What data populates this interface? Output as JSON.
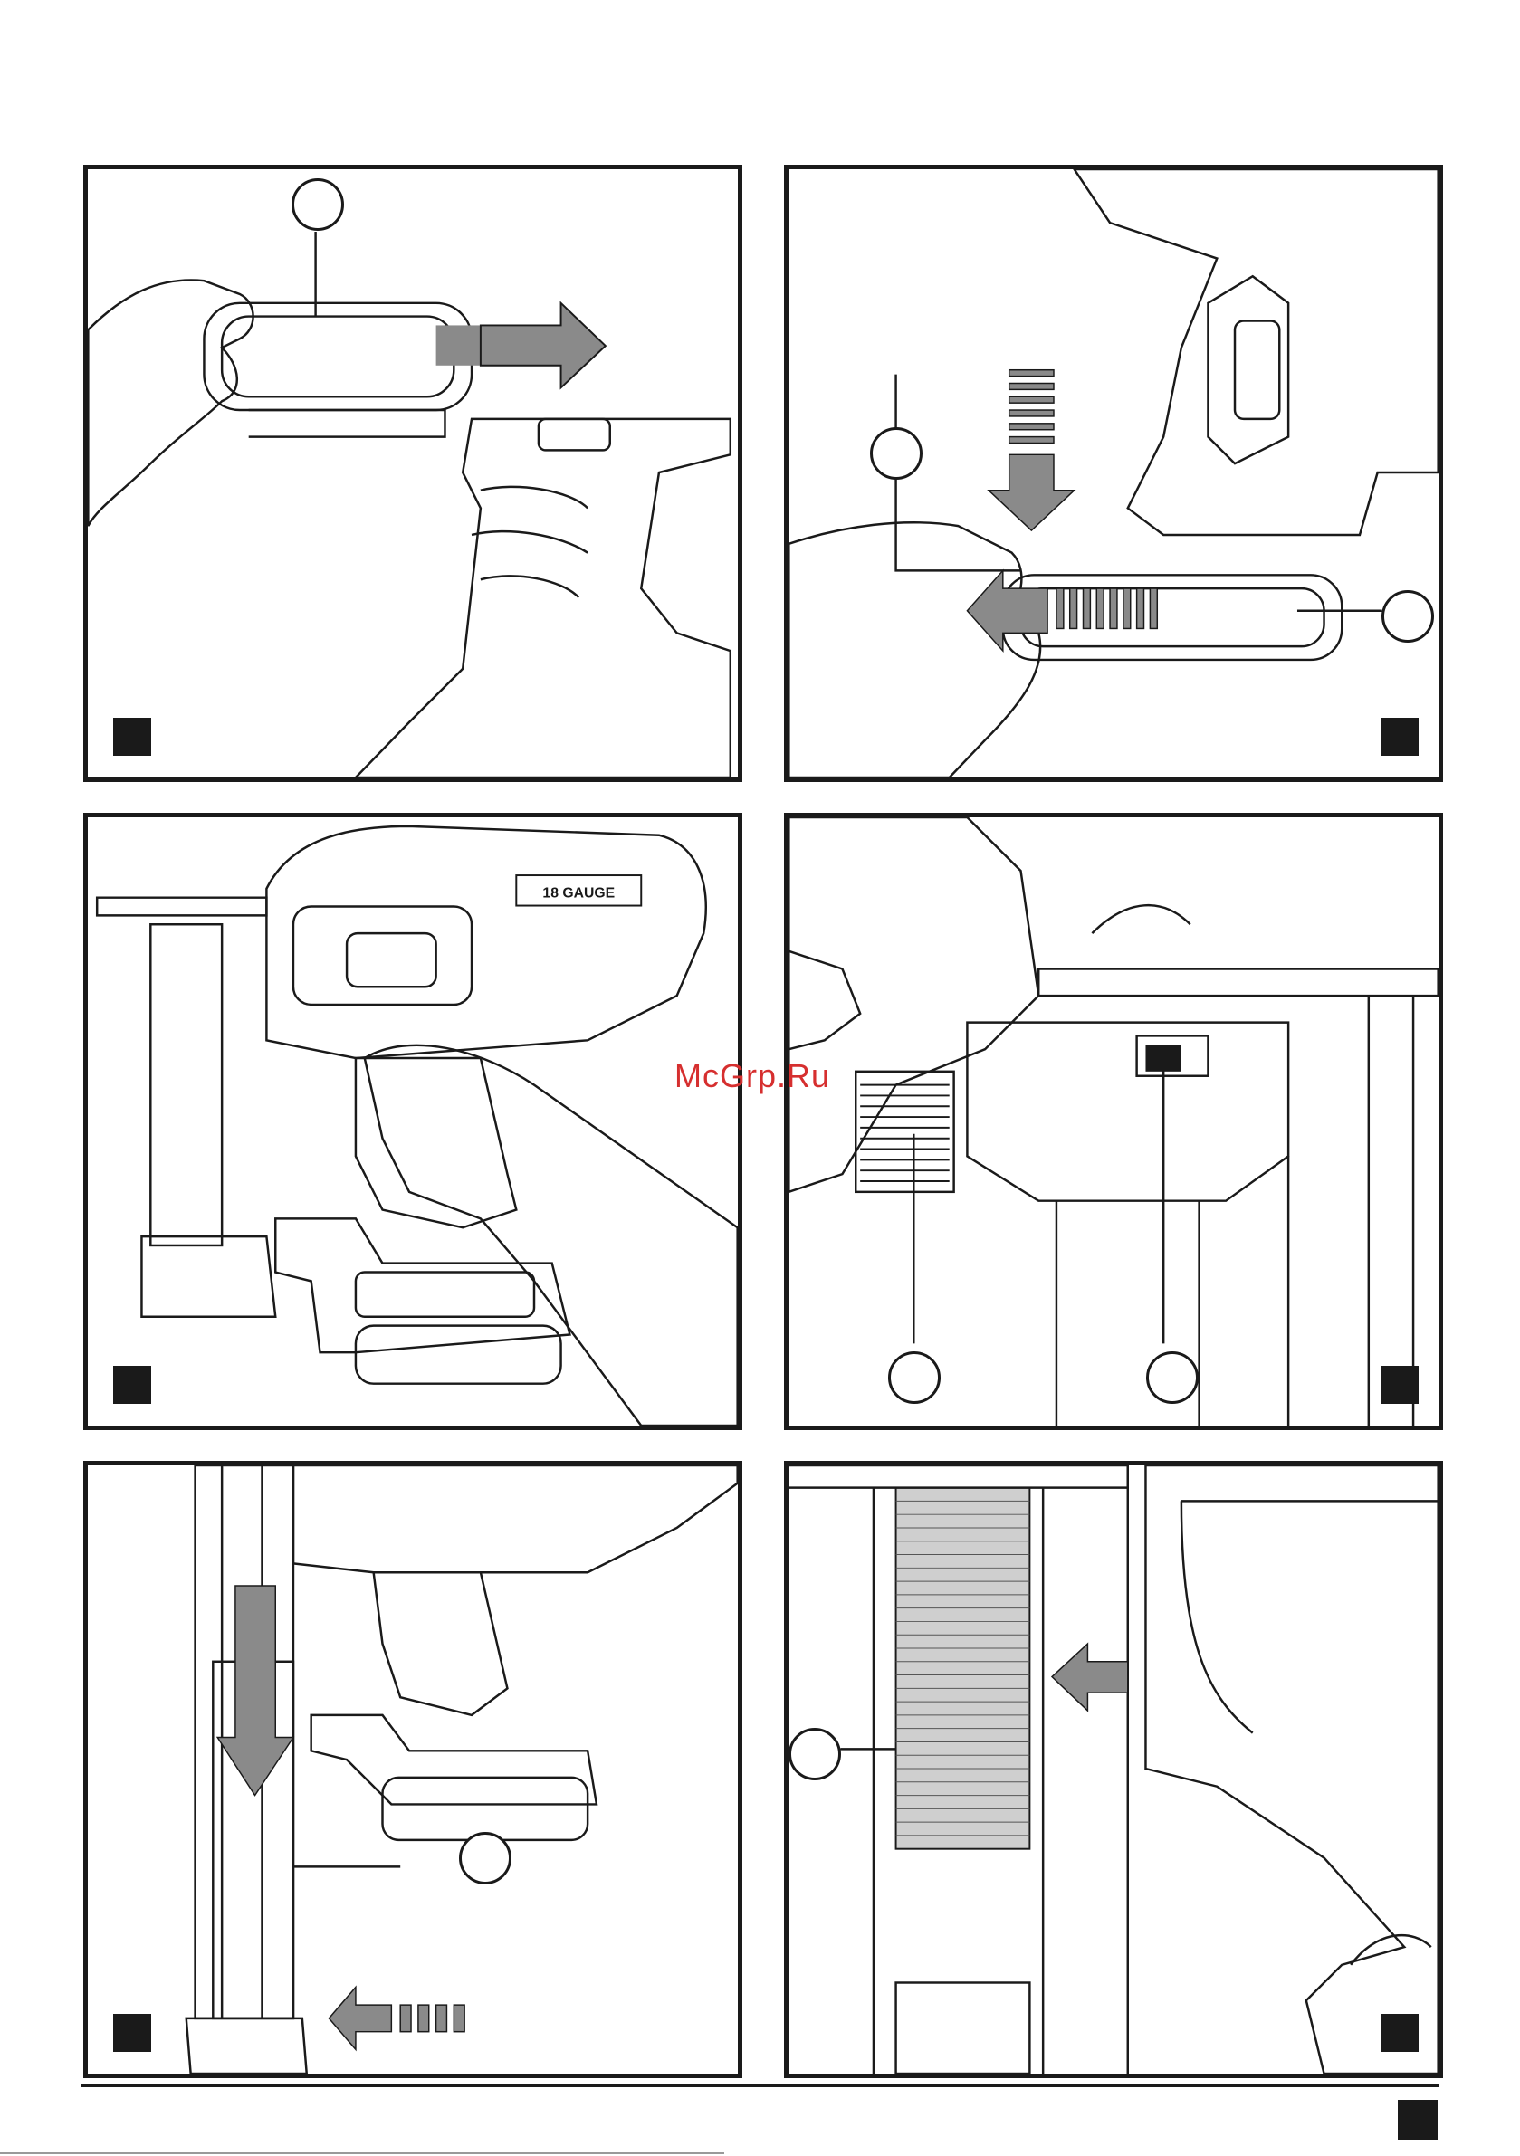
{
  "watermark": {
    "text": "McGrp.Ru",
    "color": "#d62f2f"
  },
  "panels": [
    {
      "id": "panel-1",
      "icons": [
        "hand-icon",
        "battery-pack-icon",
        "arrow-right-icon",
        "nailer-grip-icon"
      ]
    },
    {
      "id": "panel-2",
      "icons": [
        "hand-icon",
        "battery-pack-icon",
        "arrow-down-icon",
        "arrow-left-icon",
        "nailer-body-icon"
      ]
    },
    {
      "id": "panel-3",
      "icons": [
        "nailer-side-view-icon",
        "hand-icon"
      ],
      "gauge_label": "18 GAUGE"
    },
    {
      "id": "panel-4",
      "icons": [
        "depth-wheel-icon",
        "lock-switch-icon"
      ]
    },
    {
      "id": "panel-5",
      "icons": [
        "magazine-icon",
        "arrow-down-icon",
        "arrow-left-icon"
      ]
    },
    {
      "id": "panel-6",
      "icons": [
        "nail-strip-icon",
        "arrow-left-icon"
      ]
    }
  ],
  "colors": {
    "line": "#1a1a1a",
    "arrow_fill": "#8a8a8a",
    "shade": "#bdbdbd"
  }
}
